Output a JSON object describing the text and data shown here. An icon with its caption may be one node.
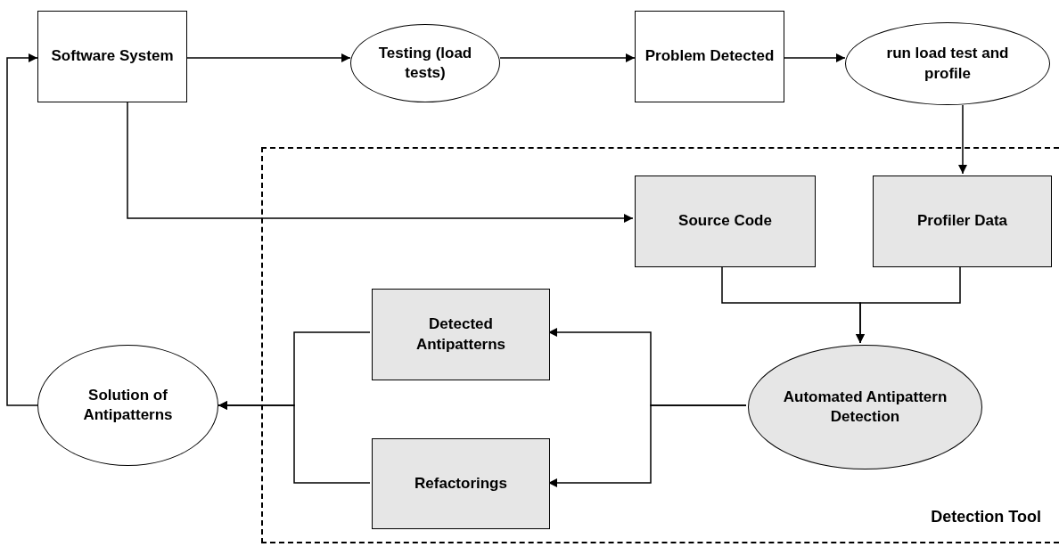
{
  "diagram": {
    "nodes": [
      {
        "text": [
          "Software System"
        ]
      },
      {
        "text": [
          "Testing (load tests)"
        ]
      },
      {
        "text": [
          "Problem Detected"
        ]
      },
      {
        "text": [
          "run load test and profile"
        ]
      },
      {
        "text": [
          "Detection Tool"
        ]
      },
      {
        "text": [
          "Source Code"
        ],
        "in": 4
      },
      {
        "text": [
          "Profiler Data"
        ],
        "in": 4
      },
      {
        "text": [
          "Detected Antipatterns"
        ],
        "in": 4
      },
      {
        "text": [
          "Refactorings"
        ],
        "in": 4
      },
      {
        "text": [
          "Automated Antipattern Detection"
        ],
        "in": 4
      },
      {
        "text": [
          "Solution of Antipatterns"
        ]
      }
    ],
    "edges": [
      {
        "from": 0,
        "to": 1,
        "arrow": "to"
      },
      {
        "from": 1,
        "to": 2,
        "arrow": "to"
      },
      {
        "from": 2,
        "to": 3,
        "arrow": "to"
      },
      {
        "from": 3,
        "to": 6,
        "arrow": "to"
      },
      {
        "from": 0,
        "to": 5,
        "arrow": "to"
      },
      {
        "from": 5,
        "to": 9,
        "arrow": "to"
      },
      {
        "from": 6,
        "to": 9,
        "arrow": "to"
      },
      {
        "from": 9,
        "to": 7,
        "arrow": "to"
      },
      {
        "from": 9,
        "to": 8,
        "arrow": "to"
      },
      {
        "from": 7,
        "to": 10,
        "arrow": "to"
      },
      {
        "from": 8,
        "to": 10,
        "arrow": "to"
      },
      {
        "from": 10,
        "to": 0,
        "arrow": "to"
      }
    ]
  }
}
